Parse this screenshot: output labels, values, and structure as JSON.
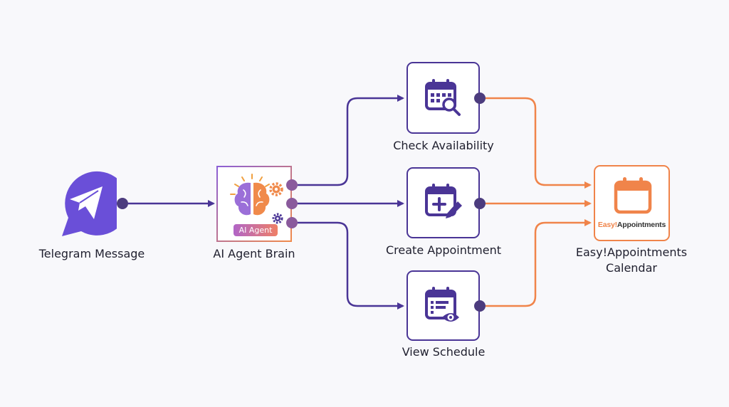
{
  "nodes": {
    "telegram": {
      "label": "Telegram Message",
      "icon": "paper-plane-icon"
    },
    "agent": {
      "label": "AI Agent Brain",
      "badge": "AI Agent",
      "icon": "brain-icon"
    },
    "check": {
      "label": "Check Availability",
      "icon": "calendar-search-icon"
    },
    "create": {
      "label": "Create Appointment",
      "icon": "calendar-add-icon"
    },
    "view": {
      "label": "View Schedule",
      "icon": "calendar-view-icon"
    },
    "calendar": {
      "label_line1": "Easy!Appointments",
      "label_line2": "Calendar",
      "logo_part1": "Easy!",
      "logo_part2": "Appointments",
      "icon": "calendar-icon"
    }
  },
  "colors": {
    "purple": "#4a3596",
    "orange": "#f0844a",
    "telegram": "#6a4fd8",
    "background": "#f8f8fb"
  }
}
